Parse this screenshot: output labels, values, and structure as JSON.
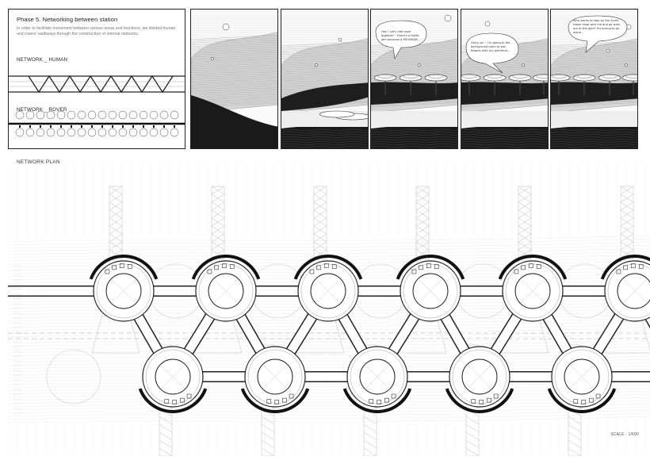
{
  "phase": {
    "title": "Phase 5. Networking between station",
    "description": "In order to facilitate movement between various areas and functions, we divided human and rovers' walkways through the construction of internal networks.",
    "network_human_label": "NETWORK _ HUMAN",
    "network_rover_label": "NETWORK _ ROVER"
  },
  "comic": {
    "panel3_bubble": "Hey ! Let's ride rover together~ There's a traffic jam because it MOONDAY...",
    "panel4_bubble": "Hurry up ~ I'm going to the background room to see flowers with my girlfriend...",
    "panel5_bubble": "Who wants to stop by the Arcee repair shop with me and go work out at the gym? It's boring to go alone..."
  },
  "plan": {
    "label": "NETWORK PLAN",
    "scale": "SCALE : 1/600"
  },
  "colors": {
    "line": "#222222",
    "hatch_dark": "#1a1a1a",
    "ghost": "#cfcfcf",
    "paper": "#ffffff"
  }
}
